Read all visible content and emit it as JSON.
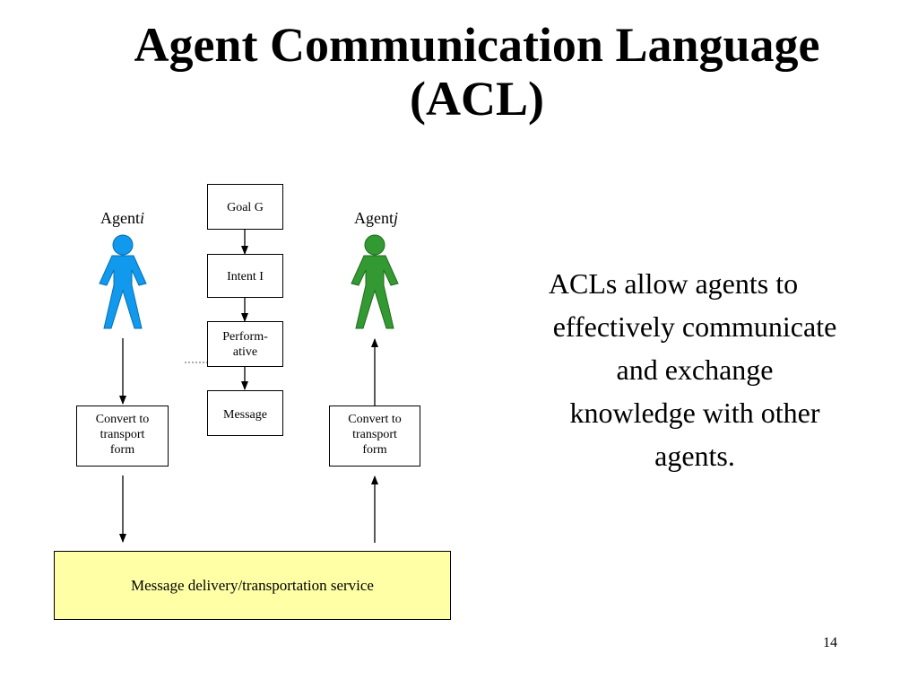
{
  "title": {
    "line1": "Agent Communication Language",
    "line2": "(ACL)"
  },
  "agents": {
    "left": {
      "label": "Agent",
      "label_italic": "i",
      "color": "#1199ee"
    },
    "right": {
      "label": "Agent",
      "label_italic": "j",
      "color": "#339933"
    }
  },
  "flow": {
    "goal": "Goal G",
    "intent": "Intent I",
    "performative_line1": "Perform-",
    "performative_line2": "ative",
    "message": "Message"
  },
  "convert_left": {
    "line1": "Convert to",
    "line2": "transport",
    "line3": "form"
  },
  "convert_right": {
    "line1": "Convert to",
    "line2": "transport",
    "line3": "form"
  },
  "service": {
    "label": "Message delivery/transportation service",
    "color": "#ffffa6"
  },
  "body": {
    "line1": "ACLs allow agents to",
    "line2": "effectively communicate",
    "line3": "and exchange",
    "line4": "knowledge with other",
    "line5": "agents."
  },
  "page_number": "14"
}
